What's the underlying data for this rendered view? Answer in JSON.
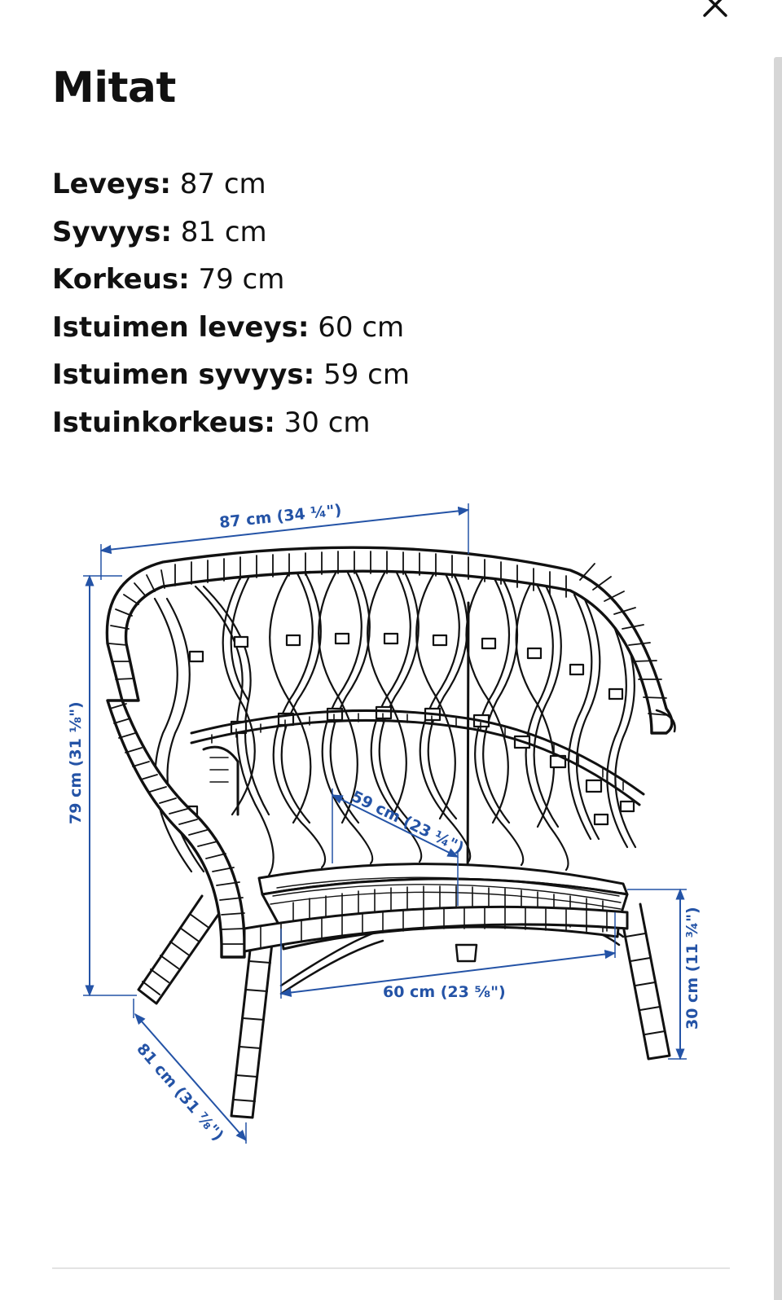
{
  "header": {
    "close_label": "Close"
  },
  "title": "Mitat",
  "specs": [
    {
      "label": "Leveys:",
      "value": "87 cm"
    },
    {
      "label": "Syvyys:",
      "value": "81 cm"
    },
    {
      "label": "Korkeus:",
      "value": "79 cm"
    },
    {
      "label": "Istuimen leveys:",
      "value": "60 cm"
    },
    {
      "label": "Istuimen syvyys:",
      "value": "59 cm"
    },
    {
      "label": "Istuinkorkeus:",
      "value": "30 cm"
    }
  ],
  "drawing": {
    "dimension_labels": {
      "width": "87 cm (34 ¼\")",
      "height": "79 cm (31 ⅛\")",
      "depth": "81 cm (31 ⅞\")",
      "seat_depth": "59 cm (23 ¼\")",
      "seat_width": "60 cm (23 ⅝\")",
      "seat_height": "30 cm (11 ¾\")"
    },
    "colors": {
      "dimension": "#2453a6",
      "line": "#111111"
    }
  },
  "icons": {
    "close": "close-icon"
  }
}
